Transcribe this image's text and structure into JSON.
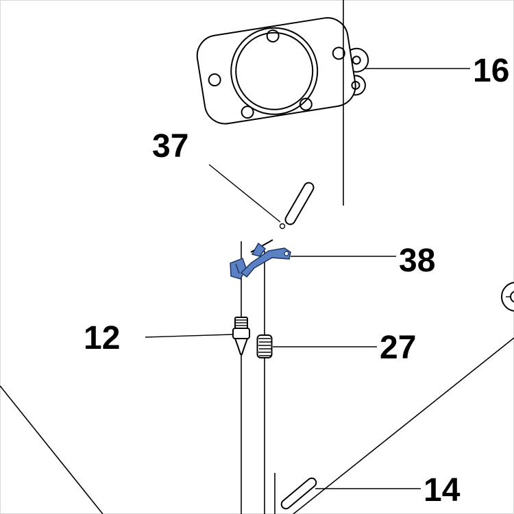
{
  "diagram": {
    "background": "#ffffff",
    "line_color": "#000000",
    "highlight_color": "#5b80c4",
    "highlight_stroke": "#16305e",
    "labels": {
      "gasket": "16",
      "pin": "37",
      "lever": "38",
      "needle": "12",
      "spring": "27",
      "dowel": "14"
    }
  }
}
